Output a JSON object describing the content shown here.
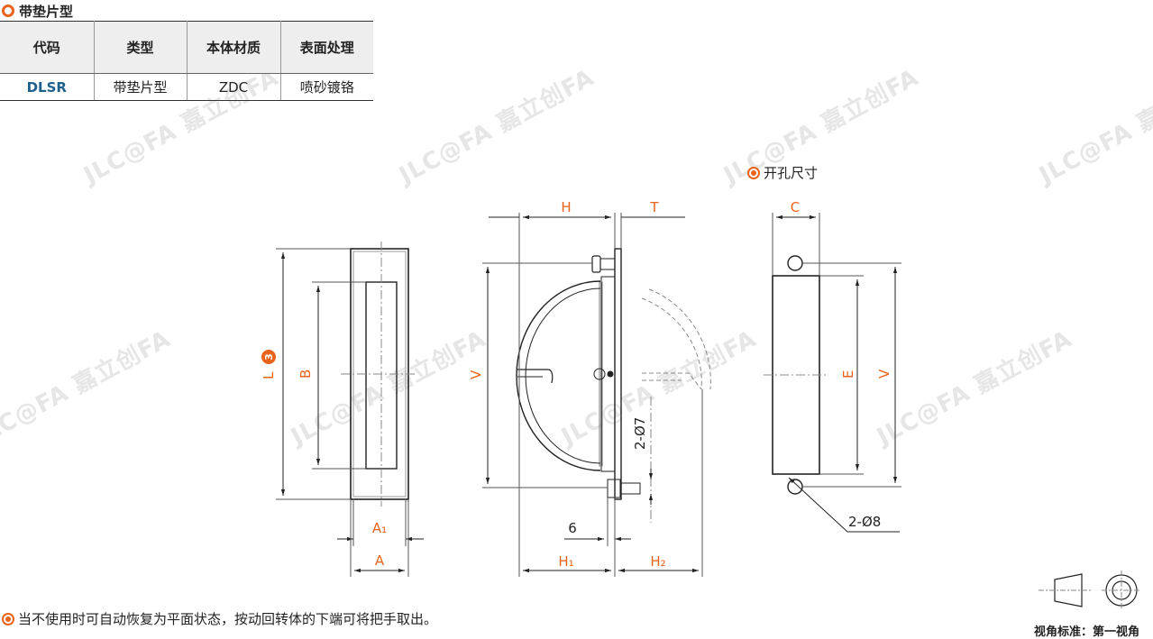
{
  "section": {
    "title": "带垫片型"
  },
  "table": {
    "headers": [
      "代码",
      "类型",
      "本体材质",
      "表面处理"
    ],
    "row": {
      "code": "DLSR",
      "type": "带垫片型",
      "material": "ZDC",
      "finish": "喷砂镀铬"
    }
  },
  "watermark": {
    "text": "JLC@FA 嘉立创FA"
  },
  "drawing": {
    "labels": {
      "L": "L",
      "note_num": "3",
      "B": "B",
      "A1": "A₁",
      "A": "A",
      "H": "H",
      "T": "T",
      "V": "V",
      "H1": "H₁",
      "H2": "H₂",
      "six": "6",
      "d7": "2-Ø7",
      "C": "C",
      "E": "E",
      "V2": "V",
      "d8": "2-Ø8"
    }
  },
  "hole_section": {
    "title": "开孔尺寸"
  },
  "note": {
    "text": "当不使用时可自动恢复为平面状态，按动回转体的下端可将把手取出。"
  },
  "projection": {
    "label": "视角标准：第一视角"
  },
  "colors": {
    "accent": "#e8631c",
    "code": "#1f5f8b",
    "line": "#222222"
  }
}
